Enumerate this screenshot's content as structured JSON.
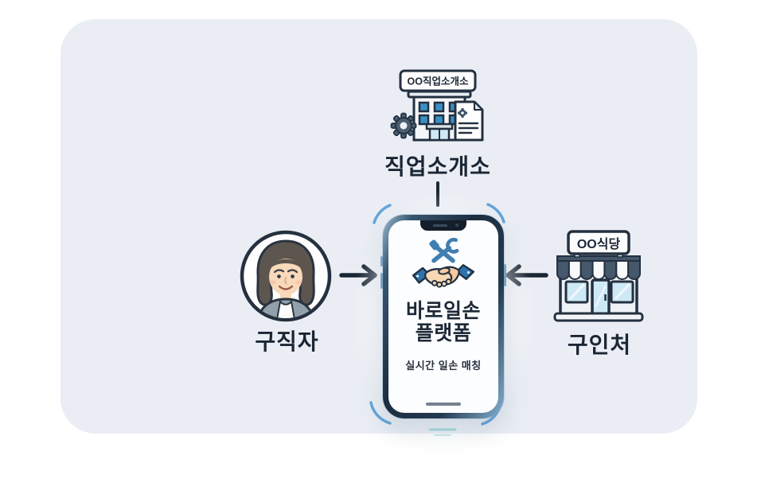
{
  "agency": {
    "sign_text": "OO직업소개소",
    "label": "직업소개소",
    "icon": "building-with-gear-and-document-icon"
  },
  "seeker": {
    "label": "구직자",
    "icon": "middle-aged-woman-avatar"
  },
  "employer": {
    "sign_text": "OO식당",
    "label": "구인처",
    "icon": "storefront-with-striped-awning-icon"
  },
  "phone": {
    "app_icon": "handshake-with-crossed-tools-icon",
    "title_line1": "바로일손",
    "title_line2": "플랫폼",
    "subtitle": "실시간 일손 매칭"
  },
  "flows": {
    "seeker_to_phone": "arrow-right",
    "employer_to_phone": "arrow-left",
    "agency_to_phone": "vertical-line"
  },
  "colors": {
    "page_bg": "#ffffff",
    "card_bg": "#eaeef4",
    "ink": "#1b2634",
    "accent_arc_blue": "#66a5d8",
    "tool_steel_blue": "#3f7fb2",
    "cuff_blue": "#2e72ac",
    "window_blue": "#cde9f5",
    "skin_tone": "#f6cfa8",
    "awning_dark": "#46586c",
    "phone_frame_navy": "#1c2d40"
  }
}
